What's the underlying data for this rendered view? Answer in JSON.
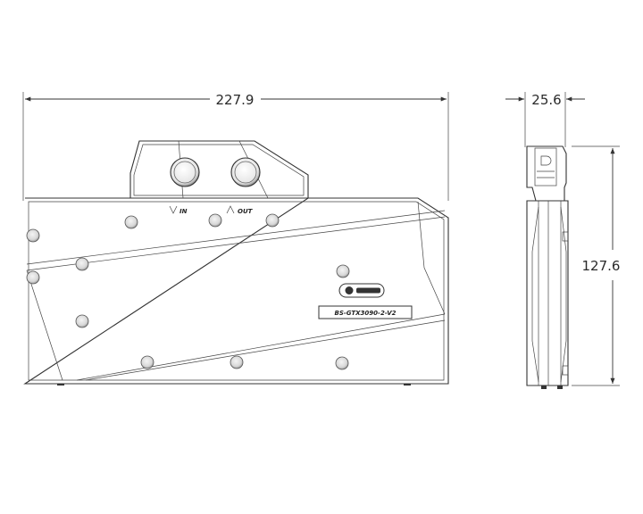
{
  "dimensions": {
    "width": "227.9",
    "depth": "25.6",
    "height": "127.6"
  },
  "ports": {
    "in_label": "IN",
    "out_label": "OUT"
  },
  "block": {
    "model_label": "BS-GTX3090-2-V2"
  },
  "colors": {
    "ink": "#333333",
    "background": "#ffffff"
  }
}
